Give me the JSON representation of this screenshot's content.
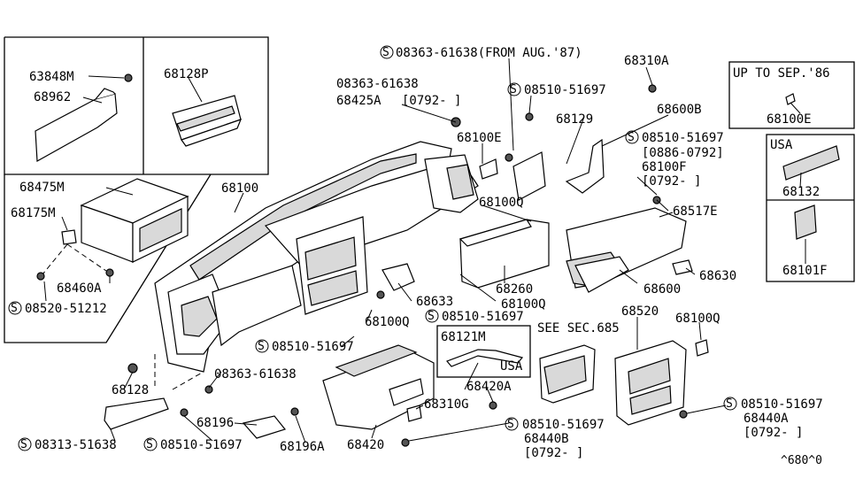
{
  "diagram": {
    "corner_code": "^680^0",
    "boxes": {
      "usa_box_label": "USA",
      "up_to_sep_label": "UP TO SEP.'86",
      "usa_inset_label": "USA",
      "see_sec_label": "SEE SEC.685"
    },
    "parts": {
      "p63848M": "63848M",
      "p68962": "68962",
      "p68128P": "68128P",
      "p68475M": "68475M",
      "p68175M": "68175M",
      "p68460A": "68460A",
      "s08520_51212": "08520-51212",
      "p68100": "68100",
      "p08363_61638_top": "08363-61638",
      "p68425A": "68425A",
      "p68425A_bracket": "[0792-  ]",
      "s08363_61638_from": "08363-61638(FROM AUG.'87)",
      "s08510_51697_top": "08510-51697",
      "p68310A": "68310A",
      "p68600B": "68600B",
      "p68129": "68129",
      "p68100E_center": "68100E",
      "s08510_51697_right": "08510-51697",
      "p0886_0792": "[0886-0792]",
      "p68100F": "68100F",
      "p0792_right": "[0792-  ]",
      "p68100E_box": "68100E",
      "p68132": "68132",
      "p68101F": "68101F",
      "p68100Q_a": "68100Q",
      "p68517E": "68517E",
      "p68260": "68260",
      "p68633": "68633",
      "p68100Q_b": "68100Q",
      "p68600": "68600",
      "p68630": "68630",
      "s08510_51697_mid": "08510-51697",
      "p68100Q_c": "68100Q",
      "s08510_51697_left": "08510-51697",
      "p08363_61638_low": "08363-61638",
      "p68128": "68128",
      "p68196": "68196",
      "p68196A": "68196A",
      "s08313_51638": "08313-51638",
      "s08510_51697_bot": "08510-51697",
      "p68420": "68420",
      "p68121M": "68121M",
      "p68420A": "68420A",
      "p68310G": "68310G",
      "s08510_51697_bot2": "08510-51697",
      "p68440B": "68440B",
      "p0792_bot": "[0792-  ]",
      "p68520": "68520",
      "p68100Q_d": "68100Q",
      "s08510_51697_br": "08510-51697",
      "p68440A": "68440A",
      "p0792_br": "[0792-  ]"
    }
  }
}
